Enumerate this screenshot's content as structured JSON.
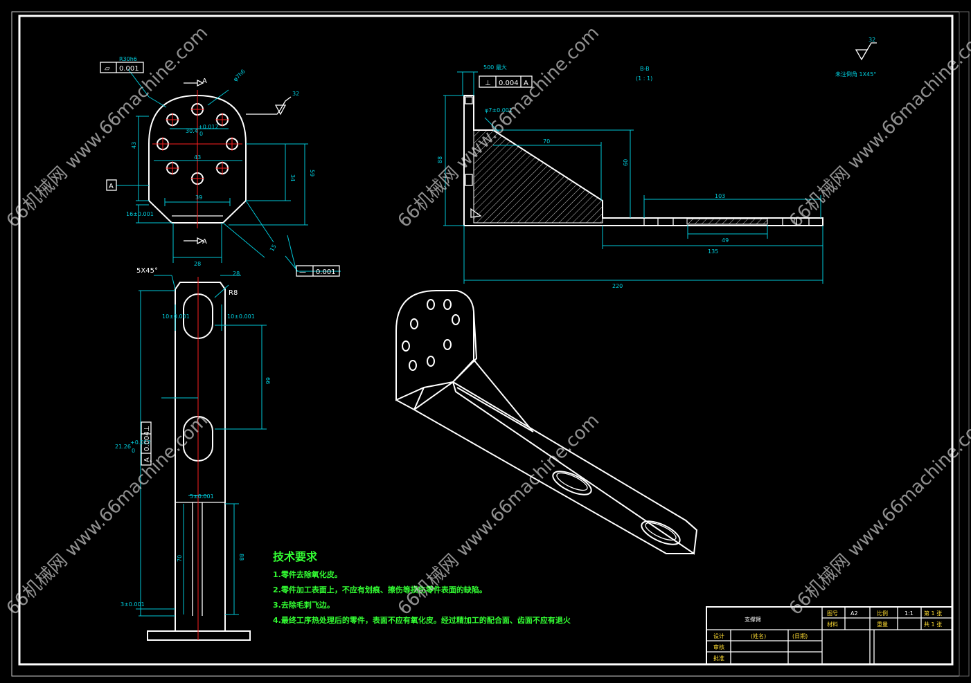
{
  "front_view": {
    "tol_flatness": "0.001",
    "radius_label": "R30h6",
    "hole_dia_label": "φ7h6",
    "bolt_circle_dim": "30.4",
    "bolt_circle_tol_upper": "+0.012",
    "bolt_circle_tol_lower": "0",
    "dim_width_43": "43",
    "dim_height_43": "43",
    "dim_34": "34",
    "dim_59": "59",
    "dim_39": "39",
    "dim_16": "16±0.001",
    "dim_28": "28",
    "dim_15": "15",
    "section_a_top": "A",
    "section_a_bottom": "A",
    "datum_a": "A",
    "roughness": "32",
    "tol_straightness": "0.001"
  },
  "side_view": {
    "chamfer": "5X45°",
    "dim_28": "28",
    "radius": "R8",
    "dim_10_left": "10±0.001",
    "dim_10_right": "10±0.001",
    "dim_66": "66",
    "dim_21": "21.26",
    "dim_21_tol_upper": "+0.012",
    "dim_21_tol_lower": "0",
    "tol_perp": "0.004",
    "tol_datum": "A",
    "dim_slot_w": "5±0.001",
    "dim_70": "70",
    "dim_88": "88",
    "dim_3": "3±0.001"
  },
  "section_view": {
    "top_dim": "500 最大",
    "tol_perp": "0.004",
    "tol_datum": "A",
    "hole_label": "φ7±0.001",
    "section_title": "B-B",
    "section_scale": "(1 : 1)",
    "dim_88": "88",
    "dim_70": "70",
    "dim_60": "60",
    "dim_103": "103",
    "dim_49": "49",
    "dim_135": "135",
    "dim_220": "220",
    "chamfer_note": "未注倒角 1X45°",
    "roughness": "32"
  },
  "tech_requirements": {
    "heading": "技术要求",
    "items": [
      "1.零件去除氧化皮。",
      "2.零件加工表面上，不应有划痕、擦伤等损伤零件表面的缺陷。",
      "3.去除毛刺飞边。",
      "4.最终工序热处理后的零件，表面不应有氧化皮。经过精加工的配合面、齿面不应有退火"
    ]
  },
  "title_block": {
    "part_name": "支撑臂",
    "paper_label": "图号",
    "paper_value": "A2",
    "scale_label": "比例",
    "scale_value": "1:1",
    "sheet_index": "第 1 张",
    "material_label": "材料",
    "weight_label": "重量",
    "sheet_total": "共 1 张",
    "designer_label": "设计",
    "designer_name": "(姓名)",
    "date_label": "(日期)",
    "checker_label": "审核",
    "approve_label": "批准"
  },
  "watermark": {
    "text": "66机械网 www.66machine.com"
  }
}
